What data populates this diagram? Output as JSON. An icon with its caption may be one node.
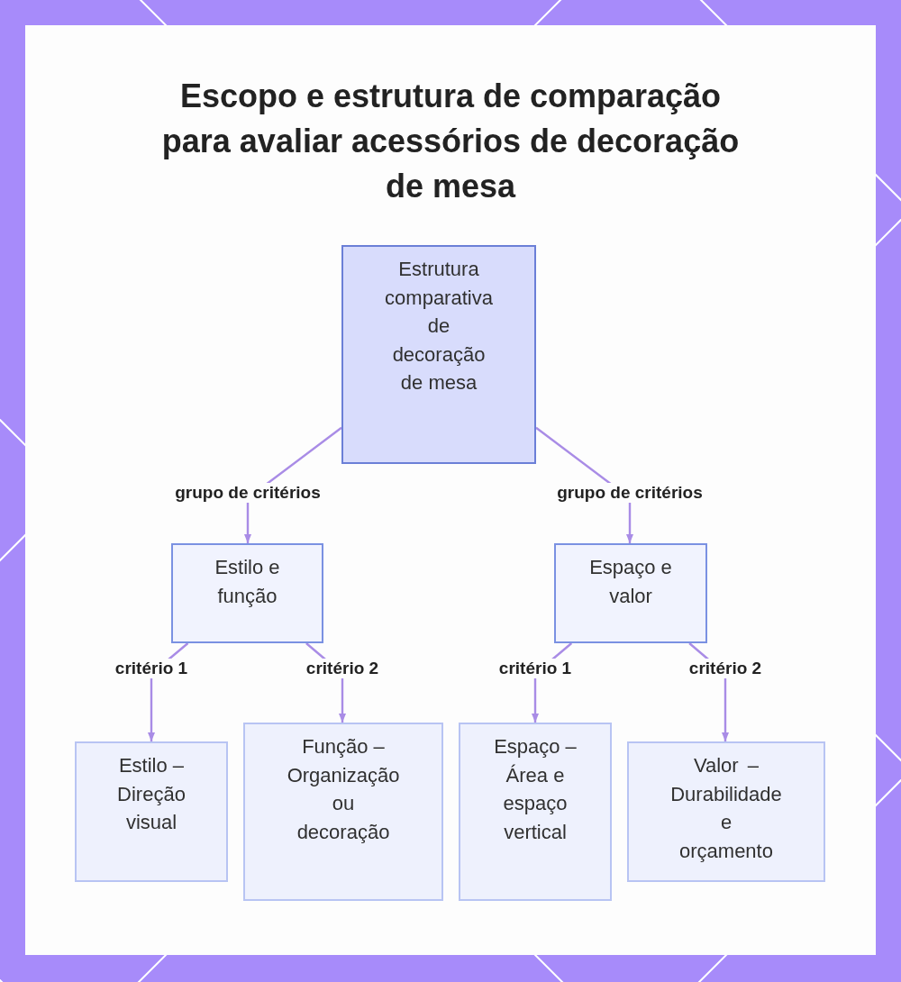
{
  "diagram": {
    "title": "Escopo e estrutura de comparação para avaliar acessórios de decoração de mesa",
    "nodes": [
      {
        "text": [
          "Estrutura comparativa de decoração de mesa"
        ]
      },
      {
        "text": [
          "Estilo e função"
        ]
      },
      {
        "text": [
          "Espaço e valor"
        ]
      },
      {
        "text": [
          "Estilo – Direção visual"
        ]
      },
      {
        "text": [
          "Função – Organização ou decoração"
        ]
      },
      {
        "text": [
          "Espaço – Área e espaço vertical"
        ]
      },
      {
        "text": [
          "Valor – Durabilidade e orçamento"
        ]
      }
    ],
    "edges": [
      {
        "from": 0,
        "to": 1,
        "arrow": "to",
        "label": "grupo de critérios"
      },
      {
        "from": 0,
        "to": 2,
        "arrow": "to",
        "label": "grupo de critérios"
      },
      {
        "from": 1,
        "to": 3,
        "arrow": "to",
        "label": "critério 1"
      },
      {
        "from": 1,
        "to": 4,
        "arrow": "to",
        "label": "critério 2"
      },
      {
        "from": 2,
        "to": 5,
        "arrow": "to",
        "label": "critério 1"
      },
      {
        "from": 2,
        "to": 6,
        "arrow": "to",
        "label": "critério 2"
      }
    ]
  }
}
